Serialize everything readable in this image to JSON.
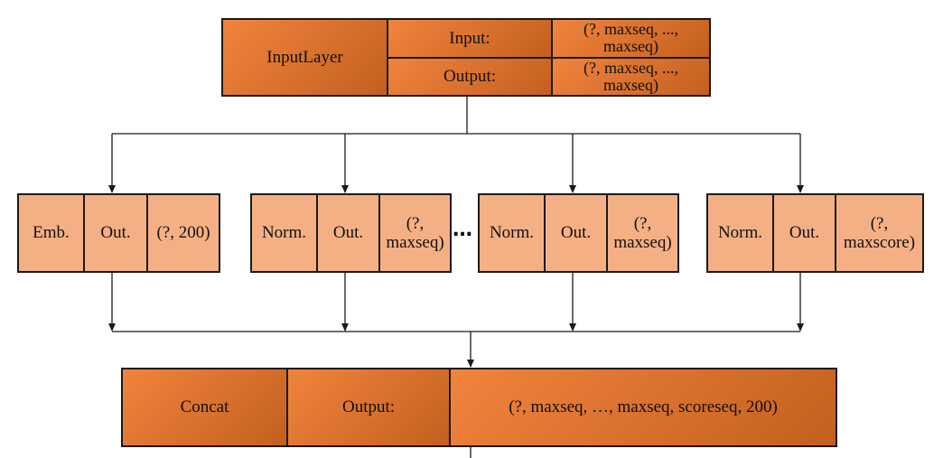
{
  "input_layer": {
    "name": "InputLayer",
    "input_label": "Input:",
    "input_shape": "(?, maxseq, ..., maxseq)",
    "output_label": "Output:",
    "output_shape": "(?, maxseq, ..., maxseq)"
  },
  "branches": [
    {
      "type": "Emb.",
      "out_label": "Out.",
      "shape": "(?, 200)"
    },
    {
      "type": "Norm.",
      "out_label": "Out.",
      "shape": "(?, maxseq)"
    },
    {
      "type": "Norm.",
      "out_label": "Out.",
      "shape": "(?, maxseq)"
    },
    {
      "type": "Norm.",
      "out_label": "Out.",
      "shape": "(?, maxscore)"
    }
  ],
  "ellipsis": "…",
  "concat": {
    "name": "Concat",
    "output_label": "Output:",
    "output_shape": "(?, maxseq, …, maxseq, scoreseq, 200)"
  },
  "colors": {
    "dark_fill": "#dd7330",
    "light_fill": "#f4b084",
    "stroke": "#1a1a1a"
  }
}
